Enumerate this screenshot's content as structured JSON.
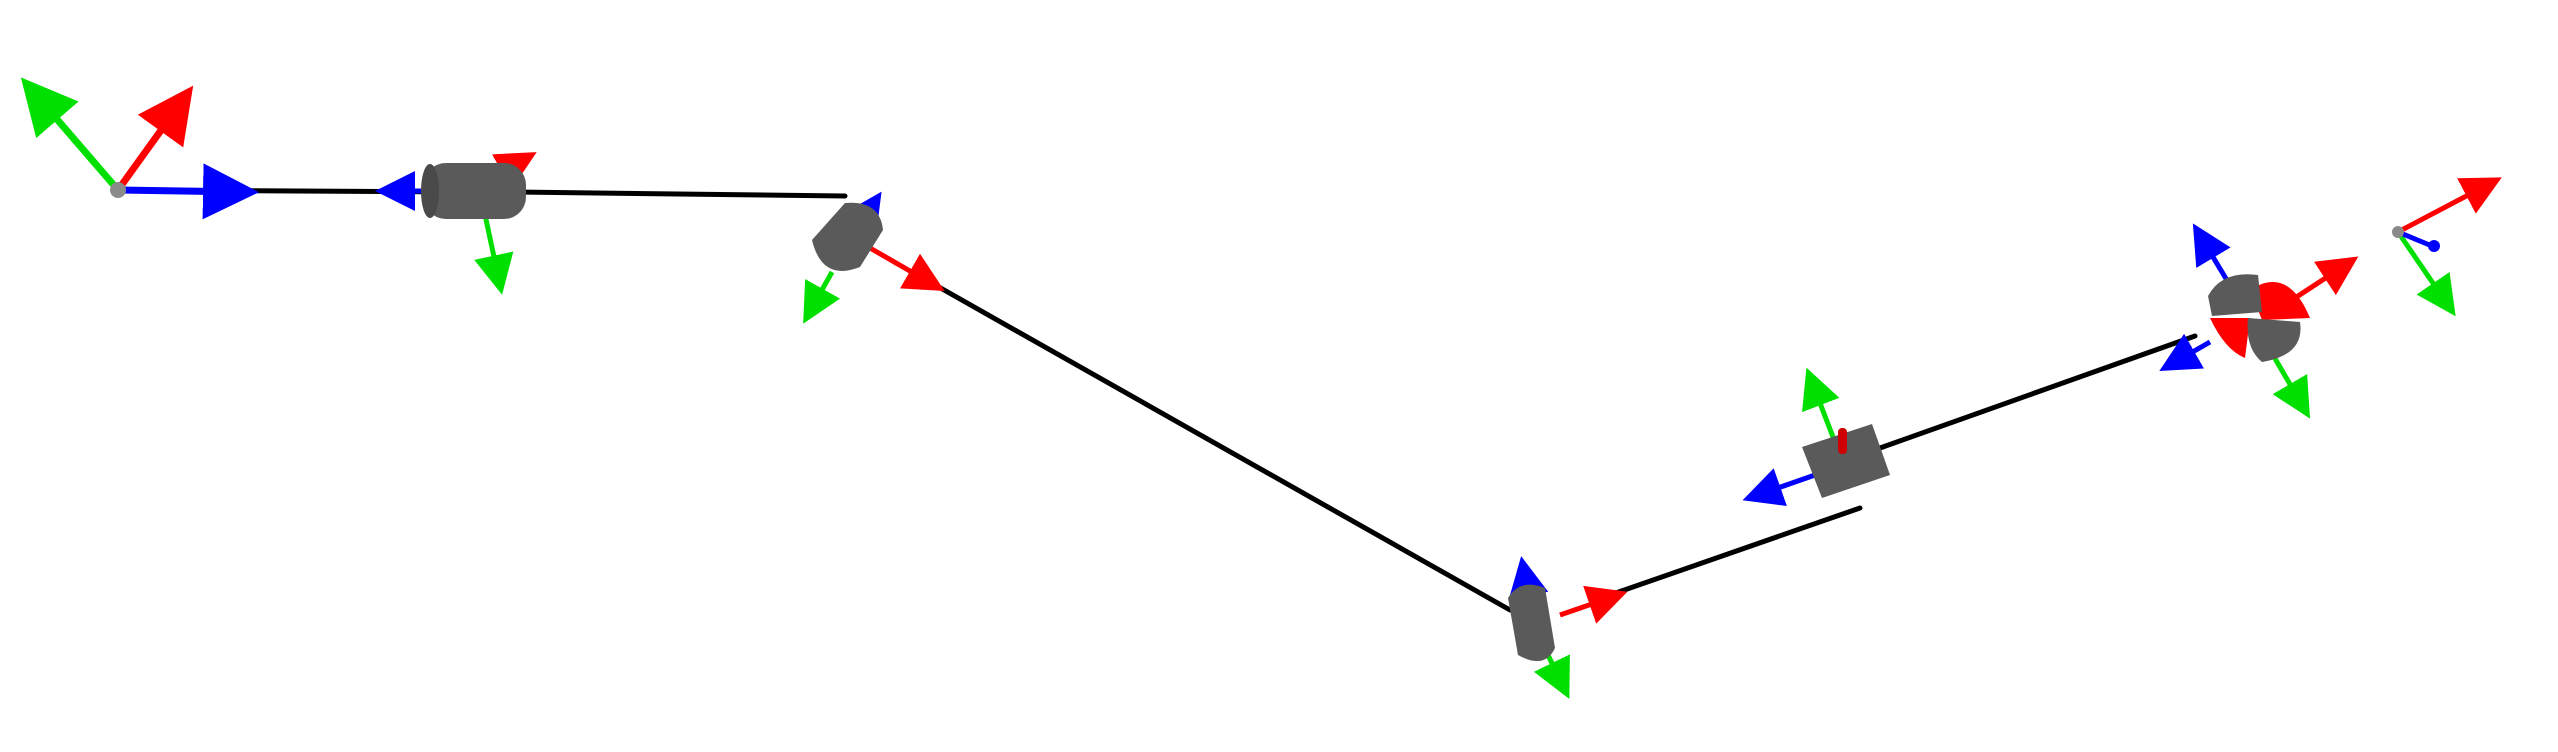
{
  "scene": {
    "background": "#ffffff",
    "colors": {
      "link": "#000000",
      "joint_body": "#5a5a5a",
      "joint_edge": "#3c3c3c",
      "axis_x": "#ff0000",
      "axis_y": "#00e000",
      "axis_z": "#0000ff",
      "frame_origin": "#8a8a8a"
    },
    "elements": [
      "base-frame",
      "joint-1",
      "joint-2",
      "joint-3",
      "joint-4",
      "joint-5",
      "joint-6",
      "end-effector-frame"
    ]
  }
}
